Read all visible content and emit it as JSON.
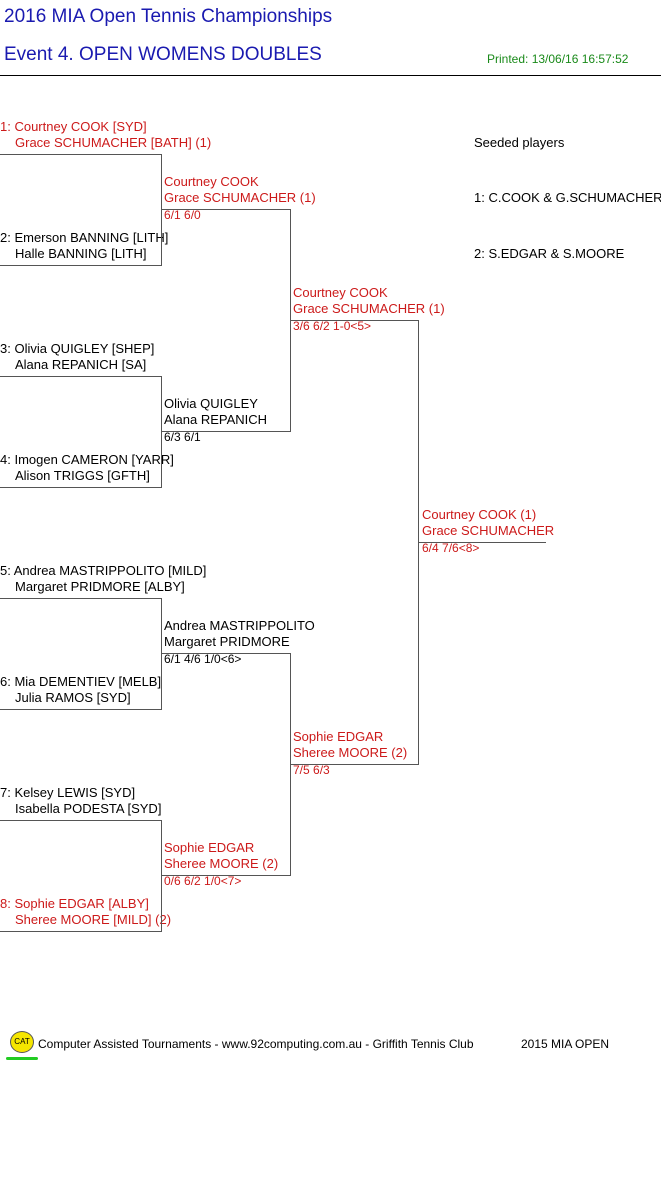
{
  "header": {
    "title": "2016 MIA Open Tennis Championships",
    "event": "Event 4. OPEN WOMENS DOUBLES",
    "printed": "Printed: 13/06/16 16:57:52"
  },
  "round1": [
    {
      "p1": "1: Courtney COOK [SYD]",
      "p2": "Grace SCHUMACHER [BATH] (1)",
      "seeded": true
    },
    {
      "p1": "2: Emerson BANNING [LITH]",
      "p2": "Halle BANNING [LITH]",
      "seeded": false
    },
    {
      "p1": "3: Olivia QUIGLEY [SHEP]",
      "p2": "Alana REPANICH [SA]",
      "seeded": false
    },
    {
      "p1": "4: Imogen CAMERON [YARR]",
      "p2": "Alison TRIGGS [GFTH]",
      "seeded": false
    },
    {
      "p1": "5: Andrea MASTRIPPOLITO [MILD]",
      "p2": "Margaret PRIDMORE [ALBY]",
      "seeded": false
    },
    {
      "p1": "6: Mia DEMENTIEV [MELB]",
      "p2": "Julia RAMOS [SYD]",
      "seeded": false
    },
    {
      "p1": "7: Kelsey LEWIS [SYD]",
      "p2": "Isabella PODESTA [SYD]",
      "seeded": false
    },
    {
      "p1": "8: Sophie EDGAR [ALBY]",
      "p2": "Sheree MOORE [MILD] (2)",
      "seeded": true
    }
  ],
  "round2": [
    {
      "p1": "Courtney COOK",
      "p2": "Grace SCHUMACHER (1)",
      "score": "6/1 6/0",
      "seeded": true
    },
    {
      "p1": "Olivia QUIGLEY",
      "p2": "Alana REPANICH",
      "score": "6/3 6/1",
      "seeded": false
    },
    {
      "p1": "Andrea MASTRIPPOLITO",
      "p2": "Margaret PRIDMORE",
      "score": "6/1 4/6 1/0<6>",
      "seeded": false
    },
    {
      "p1": "Sophie EDGAR",
      "p2": "Sheree MOORE (2)",
      "score": "0/6 6/2 1/0<7>",
      "seeded": true
    }
  ],
  "round3": [
    {
      "p1": "Courtney COOK",
      "p2": "Grace SCHUMACHER (1)",
      "score": "3/6 6/2 1-0<5>",
      "seeded": true
    },
    {
      "p1": "Sophie EDGAR",
      "p2": "Sheree MOORE (2)",
      "score": "7/5 6/3",
      "seeded": true
    }
  ],
  "final": {
    "p1": "Courtney COOK (1)",
    "p2": "Grace SCHUMACHER",
    "score": "6/4 7/6<8>",
    "seeded": true
  },
  "seeded_players": {
    "heading": "Seeded players",
    "items": [
      "1: C.COOK & G.SCHUMACHER",
      "2: S.EDGAR & S.MOORE"
    ]
  },
  "footer": {
    "logo_text": "CAT",
    "credit": "Computer Assisted Tournaments - www.92computing.com.au -  Griffith Tennis Club",
    "tournament": "2015 MIA OPEN"
  },
  "colors": {
    "title": "#1a1ab0",
    "seeded": "#cc1a1a",
    "printed": "#1a8a1a"
  }
}
